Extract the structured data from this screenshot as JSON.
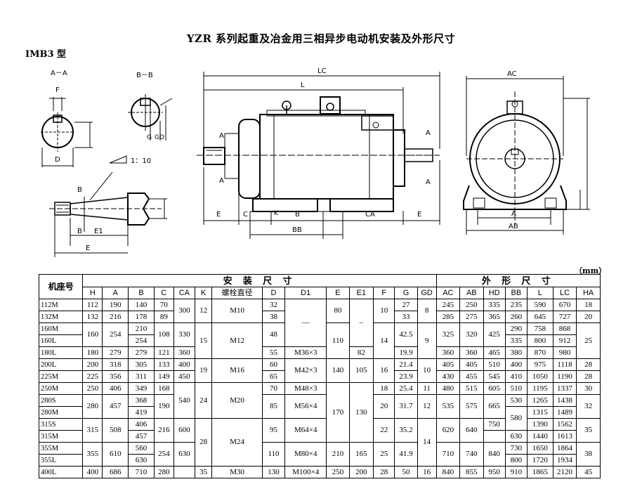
{
  "title": "YZR  系列起重及冶金用三相异步电动机安装及外形尺寸",
  "subtitle": "IMB3 型",
  "unit": "（mm）",
  "drawing": {
    "labels": {
      "aa": "A－A",
      "bb_sec": "B－B",
      "f": "F",
      "d": "D",
      "g": "G",
      "gd": "GD",
      "taper": "1：10",
      "b1": "B",
      "b2": "B",
      "e1": "E1",
      "e_left": "E",
      "lc": "LC",
      "l": "L",
      "a1": "A",
      "a2": "A",
      "a3": "A",
      "a4": "A",
      "e_mid": "E",
      "c": "C",
      "k": "K",
      "b_mid": "B",
      "ca": "CA",
      "e_right": "E",
      "bb": "BB",
      "ac": "AC",
      "a_front": "A",
      "ab": "AB"
    }
  },
  "table": {
    "model_header": "机座号",
    "install_header": "安 装 尺 寸",
    "outline_header": "外 形 尺 寸",
    "install_cols": [
      "H",
      "A",
      "B",
      "C",
      "CA",
      "K",
      "螺栓直径",
      "D",
      "D1",
      "E",
      "E1",
      "F",
      "G",
      "GD"
    ],
    "outline_cols": [
      "AC",
      "AB",
      "HD",
      "BB",
      "L",
      "LC",
      "HA"
    ],
    "r1": {
      "model": "112M",
      "H": "112",
      "A": "190",
      "B": "140",
      "C": "70",
      "CA": "300",
      "K": "12",
      "bolt": "M10",
      "D": "32",
      "D1": "—",
      "E": "80",
      "E1": "–",
      "F": "10",
      "G": "27",
      "GD": "8",
      "AC": "245",
      "AB": "250",
      "HD": "335",
      "BB": "235",
      "L": "590",
      "LC": "670",
      "HA": "18"
    },
    "r2": {
      "model": "132M",
      "H": "132",
      "A": "216",
      "B": "178",
      "C": "89",
      "D": "38",
      "G": "33",
      "AC": "285",
      "AB": "275",
      "HD": "365",
      "BB": "260",
      "L": "645",
      "LC": "727",
      "HA": "20"
    },
    "r3": {
      "model": "160M",
      "H": "160",
      "A": "254",
      "B": "210",
      "C": "108",
      "CA": "330",
      "K": "15",
      "bolt": "M12",
      "D": "48",
      "E": "110",
      "F": "14",
      "G": "42.5",
      "GD": "9",
      "AC": "325",
      "AB": "320",
      "HD": "425",
      "BB": "290",
      "L": "758",
      "LC": "868",
      "HA": "25"
    },
    "r4": {
      "model": "160L",
      "B": "254",
      "BB": "335",
      "L": "800",
      "LC": "912"
    },
    "r5": {
      "model": "180L",
      "H": "180",
      "A": "279",
      "B": "279",
      "C": "121",
      "CA": "360",
      "D": "55",
      "D1": "M36×3",
      "E1": "82",
      "G": "19.9",
      "AC": "360",
      "AB": "360",
      "HD": "465",
      "BB": "380",
      "L": "870",
      "LC": "980",
      "HA": "25"
    },
    "r6": {
      "model": "200L",
      "H": "200",
      "A": "318",
      "B": "305",
      "C": "133",
      "CA": "400",
      "K": "19",
      "bolt": "M16",
      "D": "60",
      "D1": "M42×3",
      "E": "140",
      "E1": "105",
      "F": "16",
      "G": "21.4",
      "GD": "10",
      "AC": "405",
      "AB": "405",
      "HD": "510",
      "BB": "400",
      "L": "975",
      "LC": "1118",
      "HA": "28"
    },
    "r7": {
      "model": "225M",
      "H": "225",
      "A": "356",
      "B": "311",
      "C": "149",
      "CA": "450",
      "D": "65",
      "G": "23.9",
      "AC": "430",
      "AB": "455",
      "HD": "545",
      "BB": "410",
      "L": "1050",
      "LC": "1190",
      "HA": "28"
    },
    "r8": {
      "model": "250M",
      "H": "250",
      "A": "406",
      "B": "349",
      "C": "168",
      "CA": "540",
      "K": "24",
      "bolt": "M20",
      "D": "70",
      "D1": "M48×3",
      "E": "170",
      "E1": "130",
      "F": "18",
      "G": "25.4",
      "GD": "11",
      "AC": "480",
      "AB": "515",
      "HD": "605",
      "BB": "510",
      "L": "1195",
      "LC": "1337",
      "HA": "30"
    },
    "r9": {
      "model": "280S",
      "H": "280",
      "A": "457",
      "B": "368",
      "C": "190",
      "D": "85",
      "D1": "M56×4",
      "F": "20",
      "G": "31.7",
      "GD": "12",
      "AC": "535",
      "AB": "575",
      "HD": "665",
      "BB": "530",
      "L": "1265",
      "LC": "1438",
      "HA": "32"
    },
    "r10": {
      "model": "280M",
      "B": "419",
      "BB": "580",
      "L": "1315",
      "LC": "1489"
    },
    "r11": {
      "model": "315S",
      "H": "315",
      "A": "508",
      "B": "406",
      "C": "216",
      "CA": "600",
      "K": "28",
      "bolt": "M24",
      "D": "95",
      "D1": "M64×4",
      "F": "22",
      "G": "35.2",
      "GD": "14",
      "AC": "620",
      "AB": "640",
      "HD": "750",
      "L": "1390",
      "LC": "1562",
      "HA": "35"
    },
    "r12": {
      "model": "315M",
      "B": "457",
      "BB": "630",
      "L": "1440",
      "LC": "1613"
    },
    "r13": {
      "model": "355M",
      "H": "355",
      "A": "610",
      "B": "560",
      "C": "254",
      "CA": "630",
      "D": "110",
      "D1": "M80×4",
      "E": "210",
      "E1": "165",
      "F": "25",
      "G": "41.9",
      "AC": "710",
      "AB": "740",
      "HD": "840",
      "BB": "730",
      "L": "1650",
      "LC": "1864",
      "HA": "38"
    },
    "r14": {
      "model": "355L",
      "B": "630",
      "BB": "800",
      "L": "1720",
      "LC": "1934"
    },
    "r15": {
      "model": "400L",
      "H": "400",
      "A": "686",
      "B": "710",
      "C": "280",
      "K": "35",
      "bolt": "M30",
      "D": "130",
      "D1": "M100×4",
      "E": "250",
      "E1": "200",
      "F": "28",
      "G": "50",
      "GD": "16",
      "AC": "840",
      "AB": "855",
      "HD": "950",
      "BB": "910",
      "L": "1865",
      "LC": "2120",
      "HA": "45"
    }
  }
}
